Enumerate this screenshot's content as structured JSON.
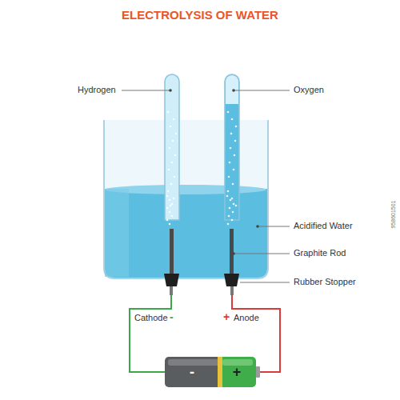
{
  "diagram": {
    "title": "ELECTROLYSIS OF WATER",
    "labels": [
      "Hydrogen",
      "Oxygen",
      "Acidified Water",
      "Graphite Rod",
      "Rubber Stopper",
      "Cathode",
      "-",
      "+",
      "Anode",
      "-",
      "+",
      "958601501"
    ]
  }
}
